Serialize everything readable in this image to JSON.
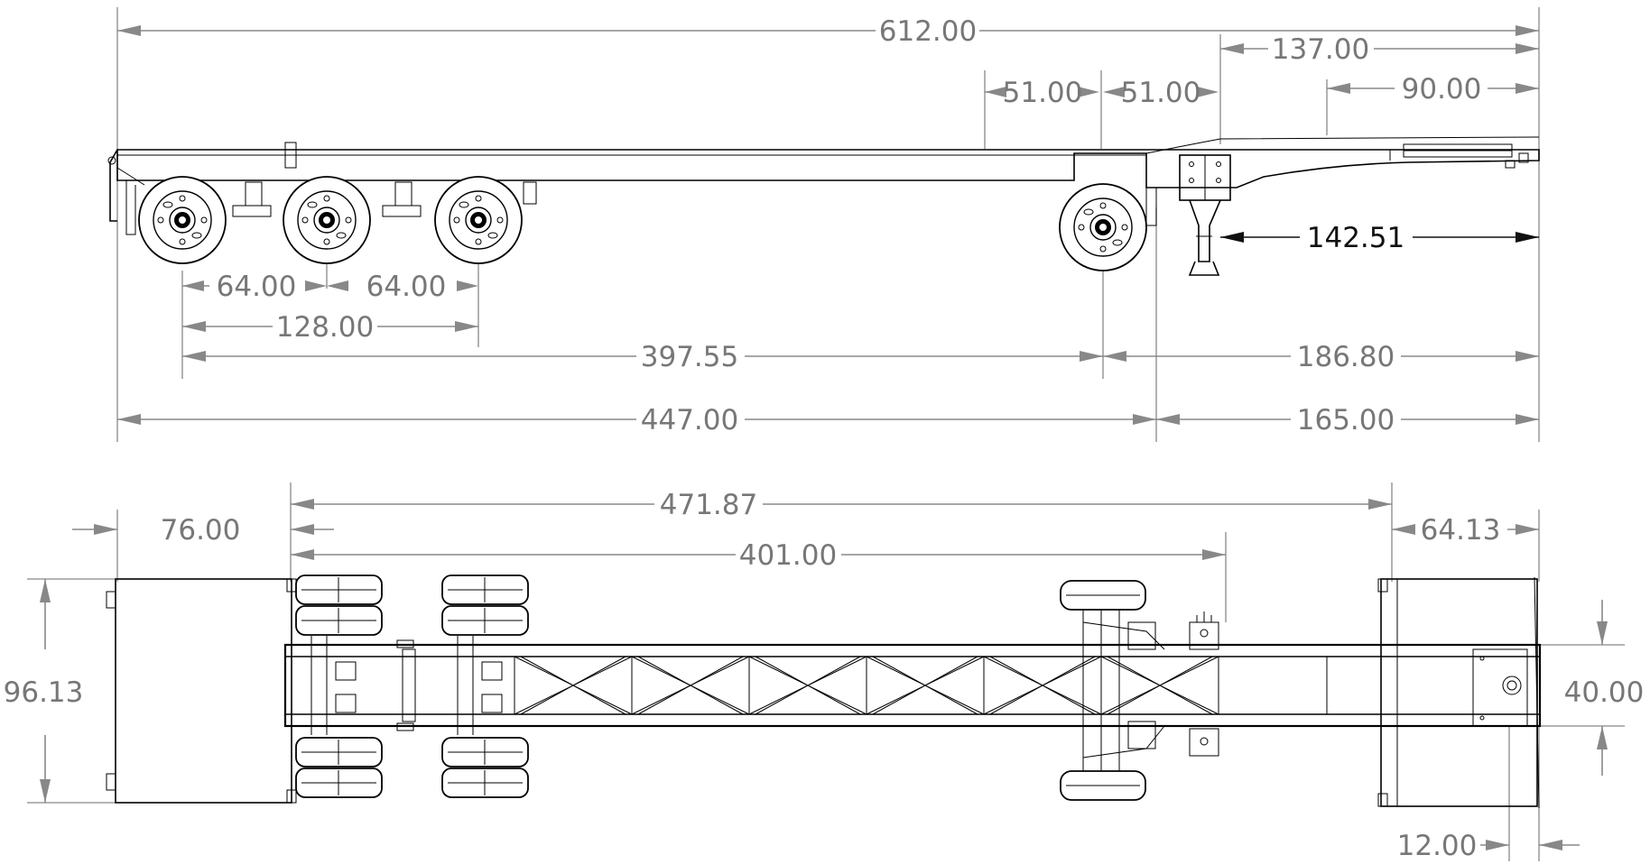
{
  "side_view": {
    "overall_length": "612.00",
    "kingpin_to_front": "137.00",
    "gooseneck_to_front": "90.00",
    "left_51": "51.00",
    "right_51": "51.00",
    "landing_gear_to_front": "142.51",
    "axle_spacing_1": "64.00",
    "axle_spacing_2": "64.00",
    "tandem_spread": "128.00",
    "axle_to_lift_axle": "397.55",
    "lift_axle_to_front": "186.80",
    "rear_to_landing_gear": "447.00",
    "landing_gear_to_front_2": "165.00"
  },
  "top_view": {
    "rear_overhang": "76.00",
    "rear_to_crossmember": "471.87",
    "rear_to_landing_gear": "401.00",
    "front_overhang": "64.13",
    "overall_width": "96.13",
    "frame_width": "40.00",
    "front_offset": "12.00"
  },
  "colors": {
    "line": "#000000",
    "dimension": "#888888",
    "dimension_text": "#777777",
    "callout_text": "#111111"
  }
}
